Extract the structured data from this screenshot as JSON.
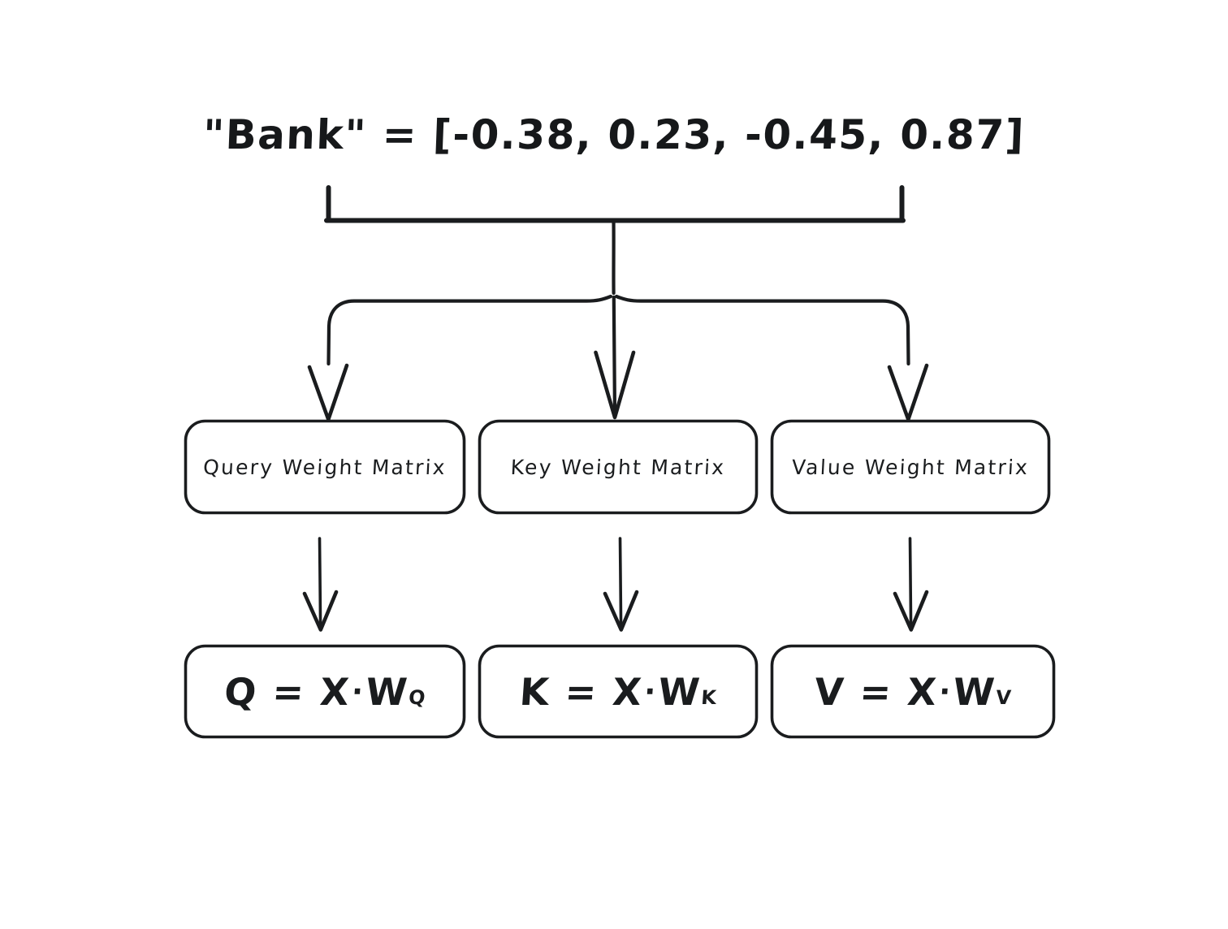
{
  "diagram": {
    "title": "\"Bank\" = [-0.38, 0.23, -0.45, 0.87]",
    "token": "Bank",
    "embedding": [
      -0.38,
      0.23,
      -0.45,
      0.87
    ],
    "stroke_color": "#1a1c1e",
    "background_color": "#ffffff",
    "weight_boxes": [
      {
        "id": "query",
        "label": "Query Weight Matrix"
      },
      {
        "id": "key",
        "label": "Key Weight Matrix"
      },
      {
        "id": "value",
        "label": "Value Weight Matrix"
      }
    ],
    "formula_boxes": [
      {
        "id": "q",
        "lhs": "Q",
        "eq": "=",
        "x": "X",
        "dot": "·",
        "w": "W",
        "sub": "Q"
      },
      {
        "id": "k",
        "lhs": "K",
        "eq": "=",
        "x": "X",
        "dot": "·",
        "w": "W",
        "sub": "K"
      },
      {
        "id": "v",
        "lhs": "V",
        "eq": "=",
        "x": "X",
        "dot": "·",
        "w": "W",
        "sub": "V"
      }
    ]
  }
}
